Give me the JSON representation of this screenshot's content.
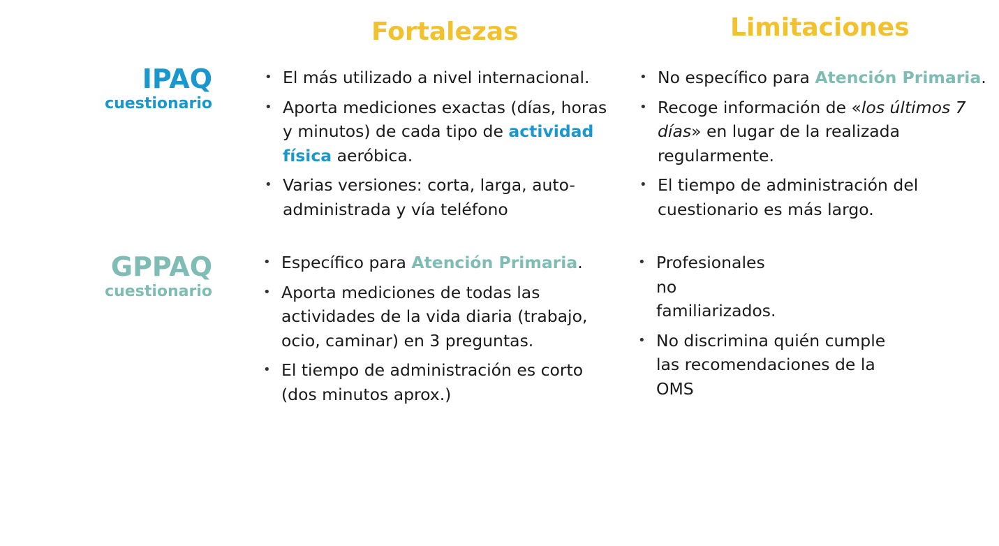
{
  "headers": {
    "strengths": "Fortalezas",
    "limitations": "Limitaciones"
  },
  "rows": {
    "ipaq": {
      "name": "IPAQ",
      "sub": "cuestionario",
      "strengths": {
        "s1": "El más utilizado a nivel internacional.",
        "s2_a": "Aporta mediciones exactas (días, horas y minutos) de cada tipo de ",
        "s2_hl": "actividad física",
        "s2_b": " aeróbica.",
        "s3": "Varias versiones: corta, larga, auto-administrada y vía teléfono"
      },
      "limitations": {
        "l1_a": "No específico para ",
        "l1_hl": "Atención Primaria",
        "l1_b": ".",
        "l2_a": "Recoge información de «",
        "l2_it": "los últimos 7 días",
        "l2_b": "» en lugar de la realizada regularmente.",
        "l3": "El tiempo de administración del cuestionario es más largo."
      }
    },
    "gppaq": {
      "name": "GPPAQ",
      "sub": "cuestionario",
      "strengths": {
        "s1_a": "Específico para ",
        "s1_hl": "Atención Primaria",
        "s1_b": ".",
        "s2": "Aporta mediciones de todas las actividades de la vida diaria (trabajo, ocio, caminar) en 3 preguntas.",
        "s3": "El tiempo de administración es corto (dos minutos aprox.)"
      },
      "limitations": {
        "l1": "Profesionales no familiarizados.",
        "l2": "No discrimina quién cumple las recomendaciones de la OMS"
      }
    }
  },
  "colors": {
    "header": "#f2c12e",
    "ipaq_accent": "#1a97cc",
    "gppaq_accent": "#7fbcb4",
    "text": "#1a1a1a"
  }
}
